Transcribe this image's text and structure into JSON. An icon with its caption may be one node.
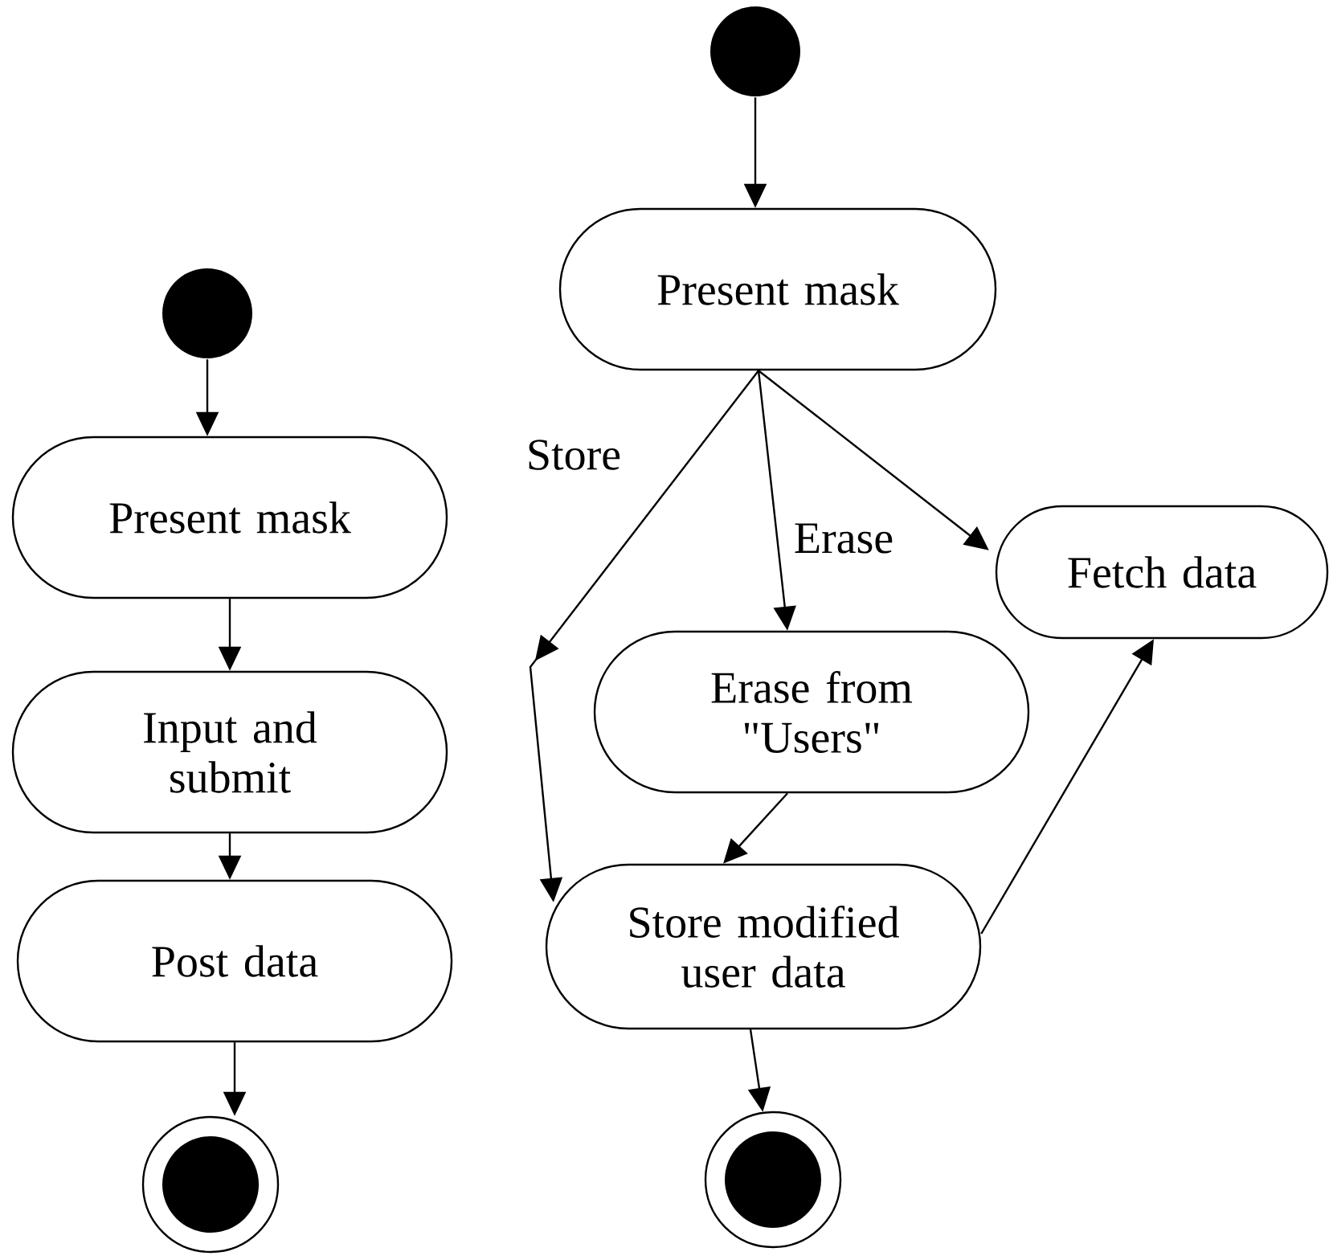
{
  "diagram": {
    "nodes": [
      {
        "text": [],
        "shape": "circle"
      },
      {
        "text": [
          "Present mask"
        ]
      },
      {
        "text": [
          "Input and submit"
        ]
      },
      {
        "text": [
          "Post data"
        ]
      },
      {
        "text": [],
        "shape": "bullseye"
      },
      {
        "text": [],
        "shape": "circle"
      },
      {
        "text": [
          "Present mask"
        ]
      },
      {
        "text": [
          "Erase from \"Users\""
        ]
      },
      {
        "text": [
          "Fetch data"
        ]
      },
      {
        "text": [
          "Store modified user data"
        ]
      },
      {
        "text": [],
        "shape": "bullseye"
      }
    ],
    "edges": [
      {
        "from": 0,
        "to": 1,
        "arrow": "to"
      },
      {
        "from": 1,
        "to": 2,
        "arrow": "to"
      },
      {
        "from": 2,
        "to": 3,
        "arrow": "to"
      },
      {
        "from": 3,
        "to": 4,
        "arrow": "to"
      },
      {
        "from": 5,
        "to": 6,
        "arrow": "to"
      },
      {
        "from": 6,
        "to": 9,
        "label": "Store",
        "arrow": "to"
      },
      {
        "from": 6,
        "to": 7,
        "label": "Erase",
        "arrow": "to"
      },
      {
        "from": 6,
        "to": 8,
        "arrow": "to"
      },
      {
        "from": 7,
        "to": 9,
        "arrow": "to"
      },
      {
        "from": 9,
        "to": 8,
        "arrow": "to"
      },
      {
        "from": 9,
        "to": 10,
        "arrow": "to"
      }
    ]
  }
}
